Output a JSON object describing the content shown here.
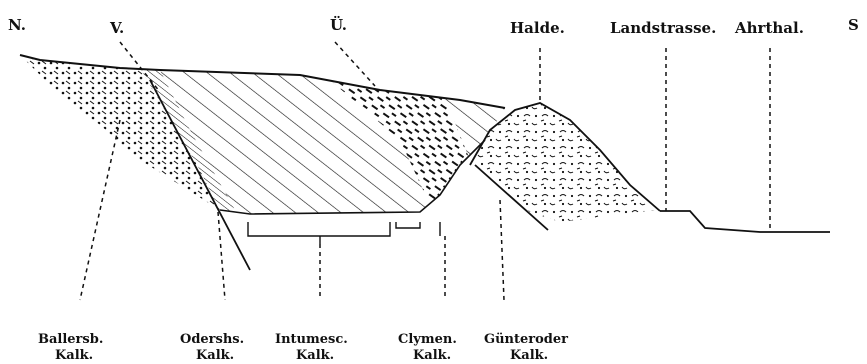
{
  "top_labels": {
    "north": "N.",
    "v": "V.",
    "u": "Ü.",
    "halde": "Halde.",
    "landstrasse": "Landstrasse.",
    "ahrthal": "Ahrthal.",
    "south": "S"
  },
  "bottom_labels": [
    {
      "line1": "Ballersb.",
      "line2": "Kalk."
    },
    {
      "line1": "Odershs.",
      "line2": "Kalk."
    },
    {
      "line1": "Intumesc.",
      "line2": "Kalk."
    },
    {
      "line1": "Clymen.",
      "line2": "Kalk."
    },
    {
      "line1": "Günteroder",
      "line2": "Kalk."
    }
  ]
}
